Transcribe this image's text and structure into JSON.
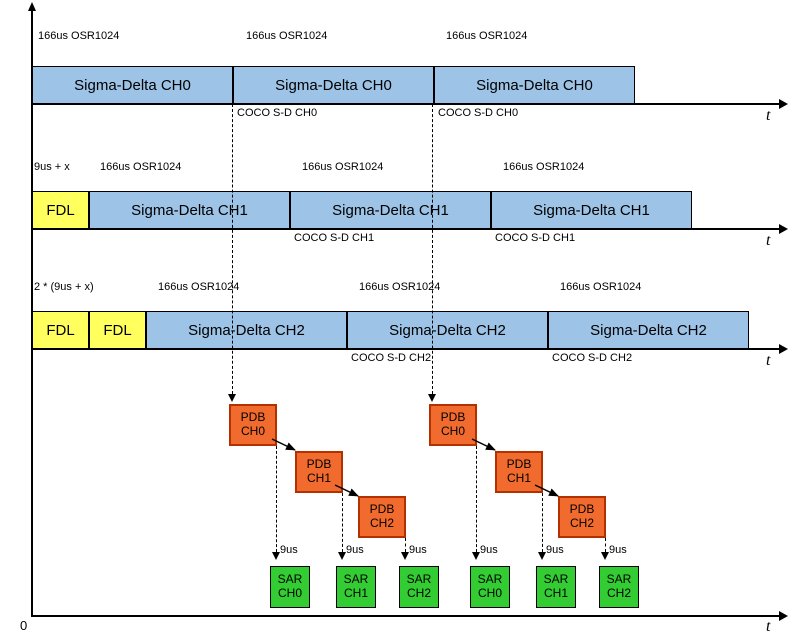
{
  "colors": {
    "blue": "#9DC3E6",
    "yellow": "#FFFF5E",
    "orange": "#F26B2E",
    "orange-border": "#B33000",
    "green": "#33CC33",
    "line": "#000000"
  },
  "axis": {
    "origin": "0",
    "time": "t"
  },
  "rows": [
    {
      "pre_label": "",
      "top_labels": [
        "166us OSR1024",
        "166us OSR1024",
        "166us OSR1024"
      ],
      "fdl_boxes": [],
      "sd_boxes": [
        "Sigma-Delta CH0",
        "Sigma-Delta CH0",
        "Sigma-Delta CH0"
      ],
      "coco_labels": [
        "COCO S-D CH0",
        "COCO S-D CH0"
      ]
    },
    {
      "pre_label": "9us + x",
      "top_labels": [
        "166us OSR1024",
        "166us OSR1024",
        "166us OSR1024"
      ],
      "fdl_boxes": [
        "FDL"
      ],
      "sd_boxes": [
        "Sigma-Delta CH1",
        "Sigma-Delta CH1",
        "Sigma-Delta CH1"
      ],
      "coco_labels": [
        "COCO S-D CH1",
        "COCO S-D CH1"
      ]
    },
    {
      "pre_label": "2 * (9us + x)",
      "top_labels": [
        "166us OSR1024",
        "166us OSR1024",
        "166us OSR1024"
      ],
      "fdl_boxes": [
        "FDL",
        "FDL"
      ],
      "sd_boxes": [
        "Sigma-Delta CH2",
        "Sigma-Delta CH2",
        "Sigma-Delta CH2"
      ],
      "coco_labels": [
        "COCO S-D CH2",
        "COCO S-D CH2"
      ]
    }
  ],
  "pdb_groups": [
    {
      "boxes": [
        "PDB CH0",
        "PDB CH1",
        "PDB CH2"
      ]
    },
    {
      "boxes": [
        "PDB CH0",
        "PDB CH1",
        "PDB CH2"
      ]
    }
  ],
  "sar_groups": [
    {
      "delays": [
        "9us",
        "9us",
        "9us"
      ],
      "boxes": [
        "SAR CH0",
        "SAR CH1",
        "SAR CH2"
      ]
    },
    {
      "delays": [
        "9us",
        "9us",
        "9us"
      ],
      "boxes": [
        "SAR CH0",
        "SAR CH1",
        "SAR CH2"
      ]
    }
  ]
}
